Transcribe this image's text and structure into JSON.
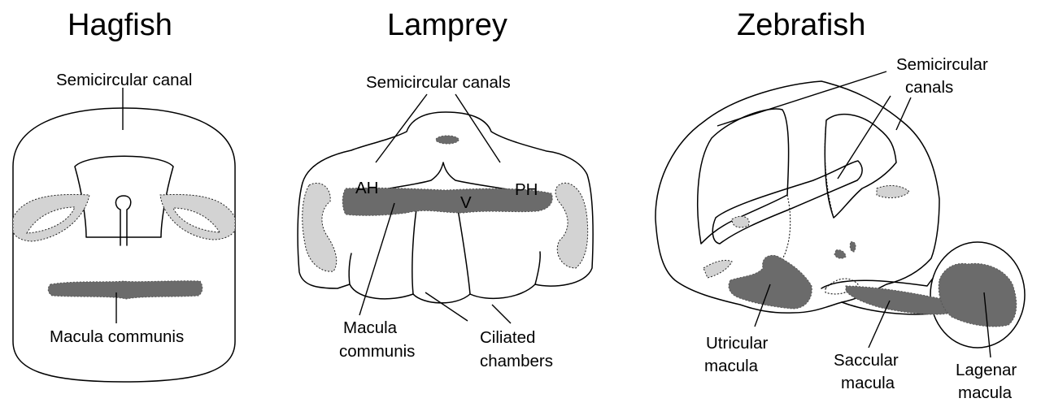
{
  "panels": {
    "hagfish": {
      "title": "Hagfish",
      "label_canal": "Semicircular canal",
      "label_macula": "Macula communis"
    },
    "lamprey": {
      "title": "Lamprey",
      "label_canals": "Semicircular canals",
      "label_ah": "AH",
      "label_v": "V",
      "label_ph": "PH",
      "label_macula_line1": "Macula",
      "label_macula_line2": "communis",
      "label_ciliated_line1": "Ciliated",
      "label_ciliated_line2": "chambers"
    },
    "zebrafish": {
      "title": "Zebrafish",
      "label_canals_line1": "Semicircular",
      "label_canals_line2": "canals",
      "label_utricular_line1": "Utricular",
      "label_utricular_line2": "macula",
      "label_saccular_line1": "Saccular",
      "label_saccular_line2": "macula",
      "label_lagenar_line1": "Lagenar",
      "label_lagenar_line2": "macula"
    }
  },
  "colors": {
    "sensory_dark": "#6b6b6b",
    "sensory_light": "#d3d3d3",
    "outline": "#000000"
  }
}
